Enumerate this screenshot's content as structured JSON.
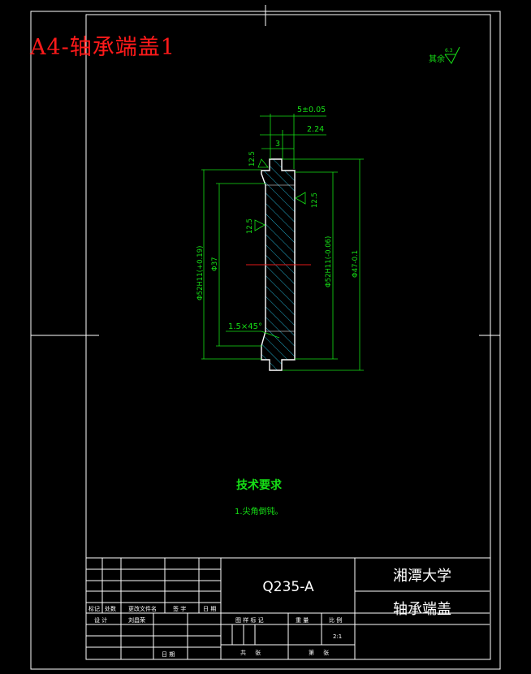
{
  "header": {
    "title": "A4-轴承端盖1"
  },
  "surface_finish_note": {
    "label": "其余",
    "value": "6.3"
  },
  "dimensions": {
    "top_width_tol": "5±0.05",
    "chamfer_width": "2.24",
    "slot_width": "3",
    "roughness_top": "12.5",
    "roughness_left": "12.5",
    "roughness_right": "12.5",
    "bore_dia": "Φ52H11(+0.19)",
    "inner_dia": "Φ37",
    "outer_fit_dia": "Φ52H11(-0.06)",
    "outer_dia": "Φ47-0.1",
    "chamfer": "1.5×45°"
  },
  "tech_requirements": {
    "heading": "技术要求",
    "item1": "1.尖角倒钝。"
  },
  "title_block": {
    "material": "Q235-A",
    "school": "湘潭大学",
    "part_name": "轴承端盖",
    "scale": "2:1",
    "col_mark": "标记",
    "col_count": "处数",
    "col_doc": "更改文件名",
    "col_sign": "签 字",
    "col_date": "日 期",
    "row_design": "设 计",
    "designer": "刘昌荣",
    "row_date": "日 期",
    "stage": "图 样 标 记",
    "weight": "重 量",
    "scale_label": "比 例",
    "total_sheets": "共     张",
    "sheet_no": "第     张"
  }
}
